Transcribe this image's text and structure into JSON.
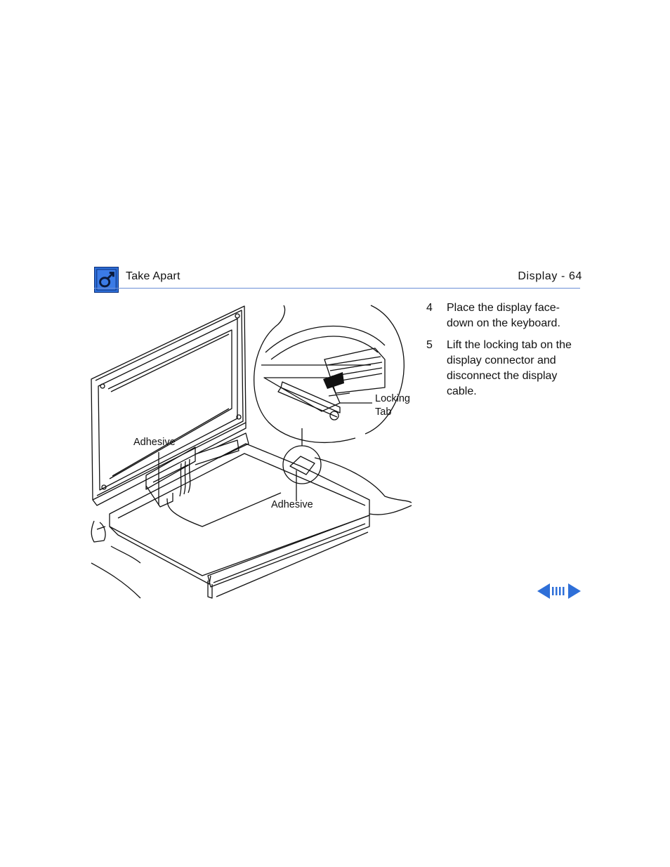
{
  "header": {
    "section_title": "Take Apart",
    "page_label": "Display - 64",
    "icon": "apple-service-logo-icon"
  },
  "illustration": {
    "callouts": {
      "adhesive_left": "Adhesive",
      "adhesive_center": "Adhesive",
      "locking_tab_line1": "Locking",
      "locking_tab_line2": "Tab"
    }
  },
  "steps": [
    {
      "number": "4",
      "text": "Place the display face-down on the keyboard."
    },
    {
      "number": "5",
      "text": "Lift the locking tab on the display connector and disconnect the display cable."
    }
  ],
  "navigation": {
    "previous_icon": "left-arrow-icon",
    "index_icon": "page-index-icon",
    "next_icon": "right-arrow-icon",
    "color": "#2e6fd8"
  }
}
